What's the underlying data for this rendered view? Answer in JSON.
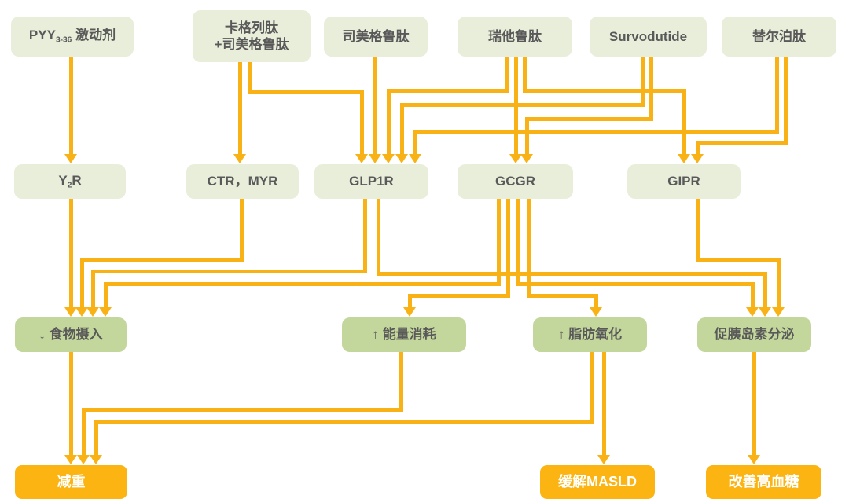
{
  "diagram_title": "",
  "colors": {
    "green_light": "#E8EEDA",
    "green_mid": "#C3D69B",
    "orange": "#FBB412",
    "arrow": "#F9B216",
    "text": "#595959",
    "bottom_text": "#FFFFFF"
  },
  "boxes": {
    "pyy": {
      "pre": "PYY",
      "sub": "3-36",
      "post": " 激动剂"
    },
    "cagri": {
      "line1": "卡格列肽",
      "line2": "+司美格鲁肽"
    },
    "sema": {
      "label": "司美格鲁肽"
    },
    "reta": {
      "label": "瑞他鲁肽"
    },
    "survo": {
      "label": "Survodutide"
    },
    "tirze": {
      "label": "替尔泊肽"
    },
    "y2r": {
      "pre": "Y",
      "sub": "2",
      "post": "R"
    },
    "ctr": {
      "label": "CTR，MYR"
    },
    "glp1r": {
      "label": "GLP1R"
    },
    "gcgr": {
      "label": "GCGR"
    },
    "gipr": {
      "label": "GIPR"
    },
    "food": {
      "label": "↓ 食物摄入"
    },
    "energy": {
      "label": "↑ 能量消耗"
    },
    "fat": {
      "label": "↑ 脂肪氧化"
    },
    "insulin": {
      "label": "促胰岛素分泌"
    },
    "weight": {
      "label": "减重"
    },
    "masld": {
      "label": "缓解MASLD"
    },
    "glucose": {
      "label": "改善高血糖"
    }
  },
  "connections": [
    {
      "from": "PYY3-36 激动剂",
      "to": "Y2R"
    },
    {
      "from": "卡格列肽+司美格鲁肽",
      "to": "CTR，MYR"
    },
    {
      "from": "卡格列肽+司美格鲁肽",
      "to": "GLP1R"
    },
    {
      "from": "司美格鲁肽",
      "to": "GLP1R"
    },
    {
      "from": "瑞他鲁肽",
      "to": "GLP1R"
    },
    {
      "from": "瑞他鲁肽",
      "to": "GCGR"
    },
    {
      "from": "瑞他鲁肽",
      "to": "GIPR"
    },
    {
      "from": "Survodutide",
      "to": "GLP1R"
    },
    {
      "from": "Survodutide",
      "to": "GCGR"
    },
    {
      "from": "替尔泊肽",
      "to": "GLP1R"
    },
    {
      "from": "替尔泊肽",
      "to": "GIPR"
    },
    {
      "from": "Y2R",
      "to": "↓ 食物摄入"
    },
    {
      "from": "CTR，MYR",
      "to": "↓ 食物摄入"
    },
    {
      "from": "GLP1R",
      "to": "↓ 食物摄入"
    },
    {
      "from": "GLP1R",
      "to": "促胰岛素分泌"
    },
    {
      "from": "GCGR",
      "to": "↓ 食物摄入"
    },
    {
      "from": "GCGR",
      "to": "↑ 能量消耗"
    },
    {
      "from": "GCGR",
      "to": "促胰岛素分泌"
    },
    {
      "from": "GCGR",
      "to": "↑ 脂肪氧化"
    },
    {
      "from": "GIPR",
      "to": "促胰岛素分泌"
    },
    {
      "from": "↓ 食物摄入",
      "to": "减重"
    },
    {
      "from": "↑ 能量消耗",
      "to": "减重"
    },
    {
      "from": "↑ 脂肪氧化",
      "to": "减重"
    },
    {
      "from": "↑ 脂肪氧化",
      "to": "缓解MASLD"
    },
    {
      "from": "促胰岛素分泌",
      "to": "改善高血糖"
    }
  ]
}
